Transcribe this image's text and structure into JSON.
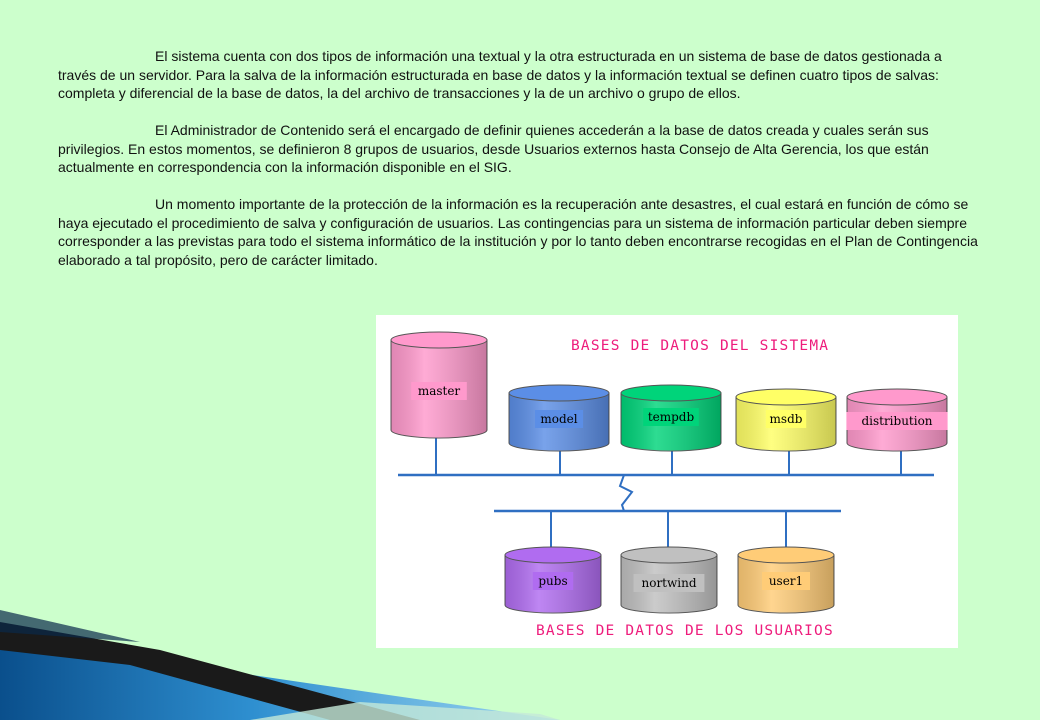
{
  "document": {
    "paragraphs": [
      "El sistema cuenta con dos tipos de información una textual y la otra estructurada en un sistema de base de datos gestionada a través de un servidor. Para la salva de la información estructurada en base de datos y  la información textual se definen cuatro tipos de salvas: completa y diferencial de la base de datos, la del archivo de transacciones y la de un archivo o grupo de ellos.",
      "El Administrador de Contenido será el encargado de definir quienes accederán a la base de datos creada y cuales serán sus privilegios. En estos momentos, se definieron 8 grupos de usuarios, desde Usuarios externos hasta Consejo de Alta Gerencia, los que están actualmente en correspondencia con la información disponible en el SIG.",
      "Un momento importante de la protección de la información es la recuperación ante desastres, el cual estará en función de cómo se haya ejecutado el procedimiento de salva y configuración de usuarios. Las contingencias para un sistema de información particular deben siempre corresponder a las previstas para todo el sistema informático de la institución y por lo tanto deben encontrarse recogidas en el Plan de Contingencia elaborado a tal propósito, pero de carácter limitado."
    ]
  },
  "diagram": {
    "system_title": "BASES DE DATOS DEL SISTEMA",
    "user_title": "BASES DE DATOS DE LOS USUARIOS",
    "system_databases": [
      {
        "label": "master",
        "color": "#ff99cc"
      },
      {
        "label": "model",
        "color": "#5b8ee6"
      },
      {
        "label": "tempdb",
        "color": "#00d47a"
      },
      {
        "label": "msdb",
        "color": "#ffff66"
      },
      {
        "label": "distribution",
        "color": "#ff99cc"
      }
    ],
    "user_databases": [
      {
        "label": "pubs",
        "color": "#b06cf0"
      },
      {
        "label": "nortwind",
        "color": "#c0c0c0"
      },
      {
        "label": "user1",
        "color": "#ffcc77"
      }
    ],
    "bus_color": "#2f6fc2",
    "title_color": "#ee1c7c"
  },
  "theme": {
    "background": "#ccffcc"
  }
}
